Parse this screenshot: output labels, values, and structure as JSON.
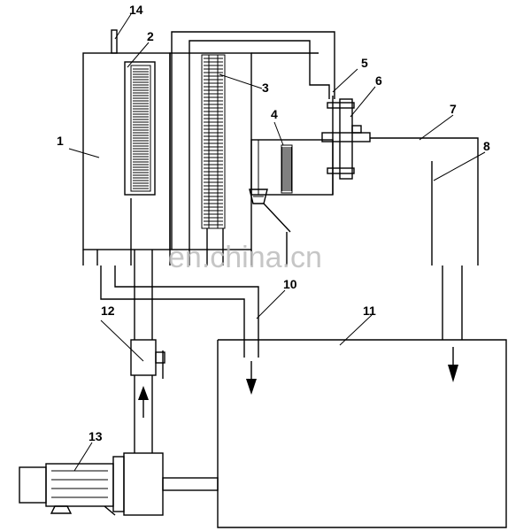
{
  "callouts": {
    "c1": "1",
    "c2": "2",
    "c3": "3",
    "c4": "4",
    "c5": "5",
    "c6": "6",
    "c7": "7",
    "c8": "8",
    "c10": "10",
    "c11": "11",
    "c12": "12",
    "c13": "13",
    "c14": "14"
  },
  "watermark": "en.china.cn",
  "colors": {
    "line": "#000000",
    "watermark": "#bdbdbd",
    "background": "#ffffff"
  }
}
